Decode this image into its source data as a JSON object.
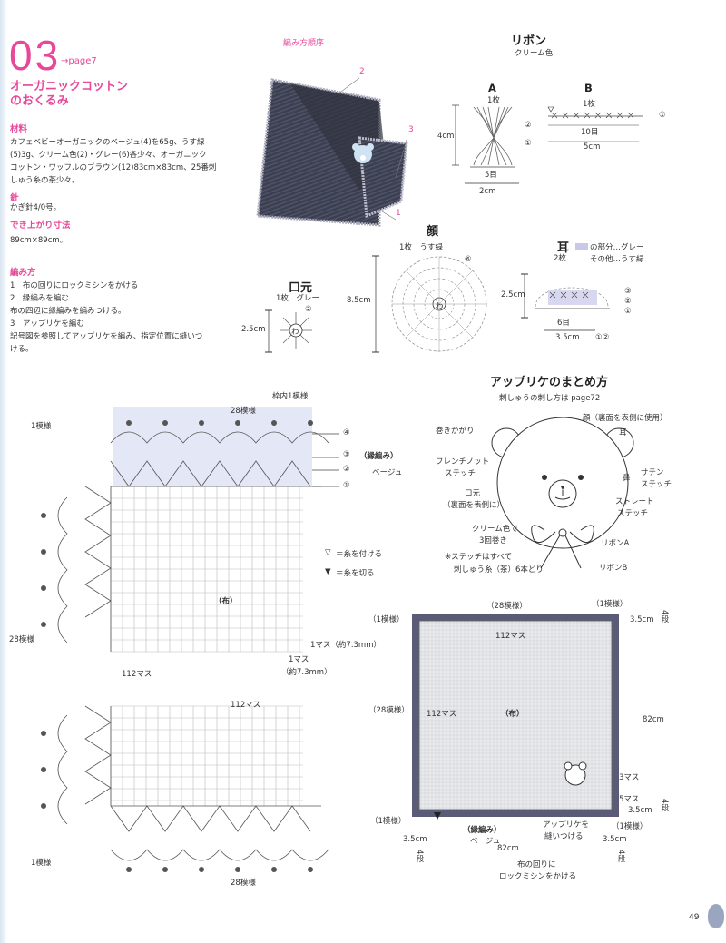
{
  "header": {
    "number": "03",
    "page_ref": "→page7",
    "title_line1": "オーガニックコットン",
    "title_line2": "のおくるみ",
    "order_label": "編み方順序"
  },
  "materials": {
    "heading": "材料",
    "text_1": "カフェベビーオーガニックのベージュ(4)を65g、うす緑",
    "text_2": "(5)3g、クリーム色(2)・グレー(6)各少々、オーガニック",
    "text_3": "コットン・ワッフルのブラウン(12)83cm×83cm、25番刺",
    "text_4": "しゅう糸の茶少々。"
  },
  "needle": {
    "heading": "針",
    "text": "かぎ針4/0号。"
  },
  "size": {
    "heading": "でき上がり寸法",
    "text": "89cm×89cm。"
  },
  "steps": {
    "heading": "編み方",
    "s1": "1　布の回りにロックミシンをかける",
    "s2": "2　縁編みを編む",
    "s2b": "布の四辺に縁編みを編みつける。",
    "s3": "3　アップリケを編む",
    "s3b_1": "記号図を参照してアップリケを編み、指定位置に縫いつ",
    "s3b_2": "ける。"
  },
  "photo_callouts": {
    "c1": "1",
    "c2": "2",
    "c3": "3"
  },
  "ribbon": {
    "title": "リボン",
    "color": "クリーム色",
    "a": "A",
    "b": "B",
    "count": "1枚",
    "count_b": "1枚",
    "len4": "4cm",
    "rows5": "5目",
    "w2": "2cm",
    "rows10": "10目",
    "w5": "5cm",
    "m1": "①",
    "m2": "②",
    "m1b": "①"
  },
  "face": {
    "title": "顔",
    "count": "1枚　うす緑",
    "h": "8.5cm",
    "ring": "わ",
    "m6": "⑥"
  },
  "ear": {
    "title": "耳",
    "count": "2枚",
    "legend1": "の部分…グレー",
    "legend2": "その他…うす緑",
    "h": "2.5cm",
    "rows": "6目",
    "w": "3.5cm",
    "m3": "③",
    "m2": "②",
    "m1": "①",
    "m12": "①②"
  },
  "mouth": {
    "title": "口元",
    "count": "1枚　グレー",
    "h": "2.5cm",
    "ring": "わ",
    "m2": "②"
  },
  "applique": {
    "title": "アップリケのまとめ方",
    "sub": "刺しゅうの刺し方は page72",
    "face": "顔（裏面を表側に使用）",
    "ear": "耳",
    "kagari": "巻きかがり",
    "french_1": "フレンチノット",
    "french_2": "ステッチ",
    "nose": "鼻",
    "satin_1": "サテン",
    "satin_2": "ステッチ",
    "mouth_1": "口元",
    "mouth_2": "（裏面を表側に）",
    "straight_1": "ストレート",
    "straight_2": "ステッチ",
    "cream_1": "クリーム色で",
    "cream_2": "3回巻き",
    "ribbon_a": "リボンA",
    "ribbon_b": "リボンB",
    "note_1": "※ステッチはすべて",
    "note_2": "刺しゅう糸（茶）6本どり"
  },
  "edging": {
    "one_pattern_tl": "1模様",
    "frame_one": "枠内1模様",
    "pat28_top": "28模様",
    "pat28_left": "28模様",
    "pat28_bottom": "28模様",
    "one_pattern_bl": "1模様",
    "r4": "④",
    "r3": "③",
    "r2": "②",
    "r1": "①",
    "edge_label": "（縁編み）",
    "beige": "ベージュ",
    "attach": "＝糸を付ける",
    "cut": "＝糸を切る",
    "cloth": "（布）",
    "cell1": "1マス（約7.3mm）",
    "cell2": "1マス",
    "cell2b": "（約7.3mm）",
    "m112_left": "112マス",
    "m112_mid": "112マス"
  },
  "layout": {
    "pat28_top": "（28模様）",
    "pat1_tr": "（1模様）",
    "pat1_tl": "（1模様）",
    "m112_top": "112マス",
    "pat28_left": "（28模様）",
    "m112_left": "112マス",
    "cloth": "（布）",
    "h82": "82cm",
    "top35": "3.5cm",
    "top4": "4段",
    "m3": "3マス",
    "m5": "5マス",
    "bot35": "3.5cm",
    "bot4": "4段",
    "pat1_bl": "（1模様）",
    "pat1_br": "（1模様）",
    "edge": "（縁編み）",
    "beige": "ベージュ",
    "sew_1": "アップリケを",
    "sew_2": "縫いつける",
    "l35": "3.5cm",
    "w82": "82cm",
    "r35": "3.5cm",
    "l4": "4段",
    "r4": "4段",
    "serge_1": "布の回りに",
    "serge_2": "ロックミシンをかける"
  },
  "footer": {
    "page": "49"
  }
}
